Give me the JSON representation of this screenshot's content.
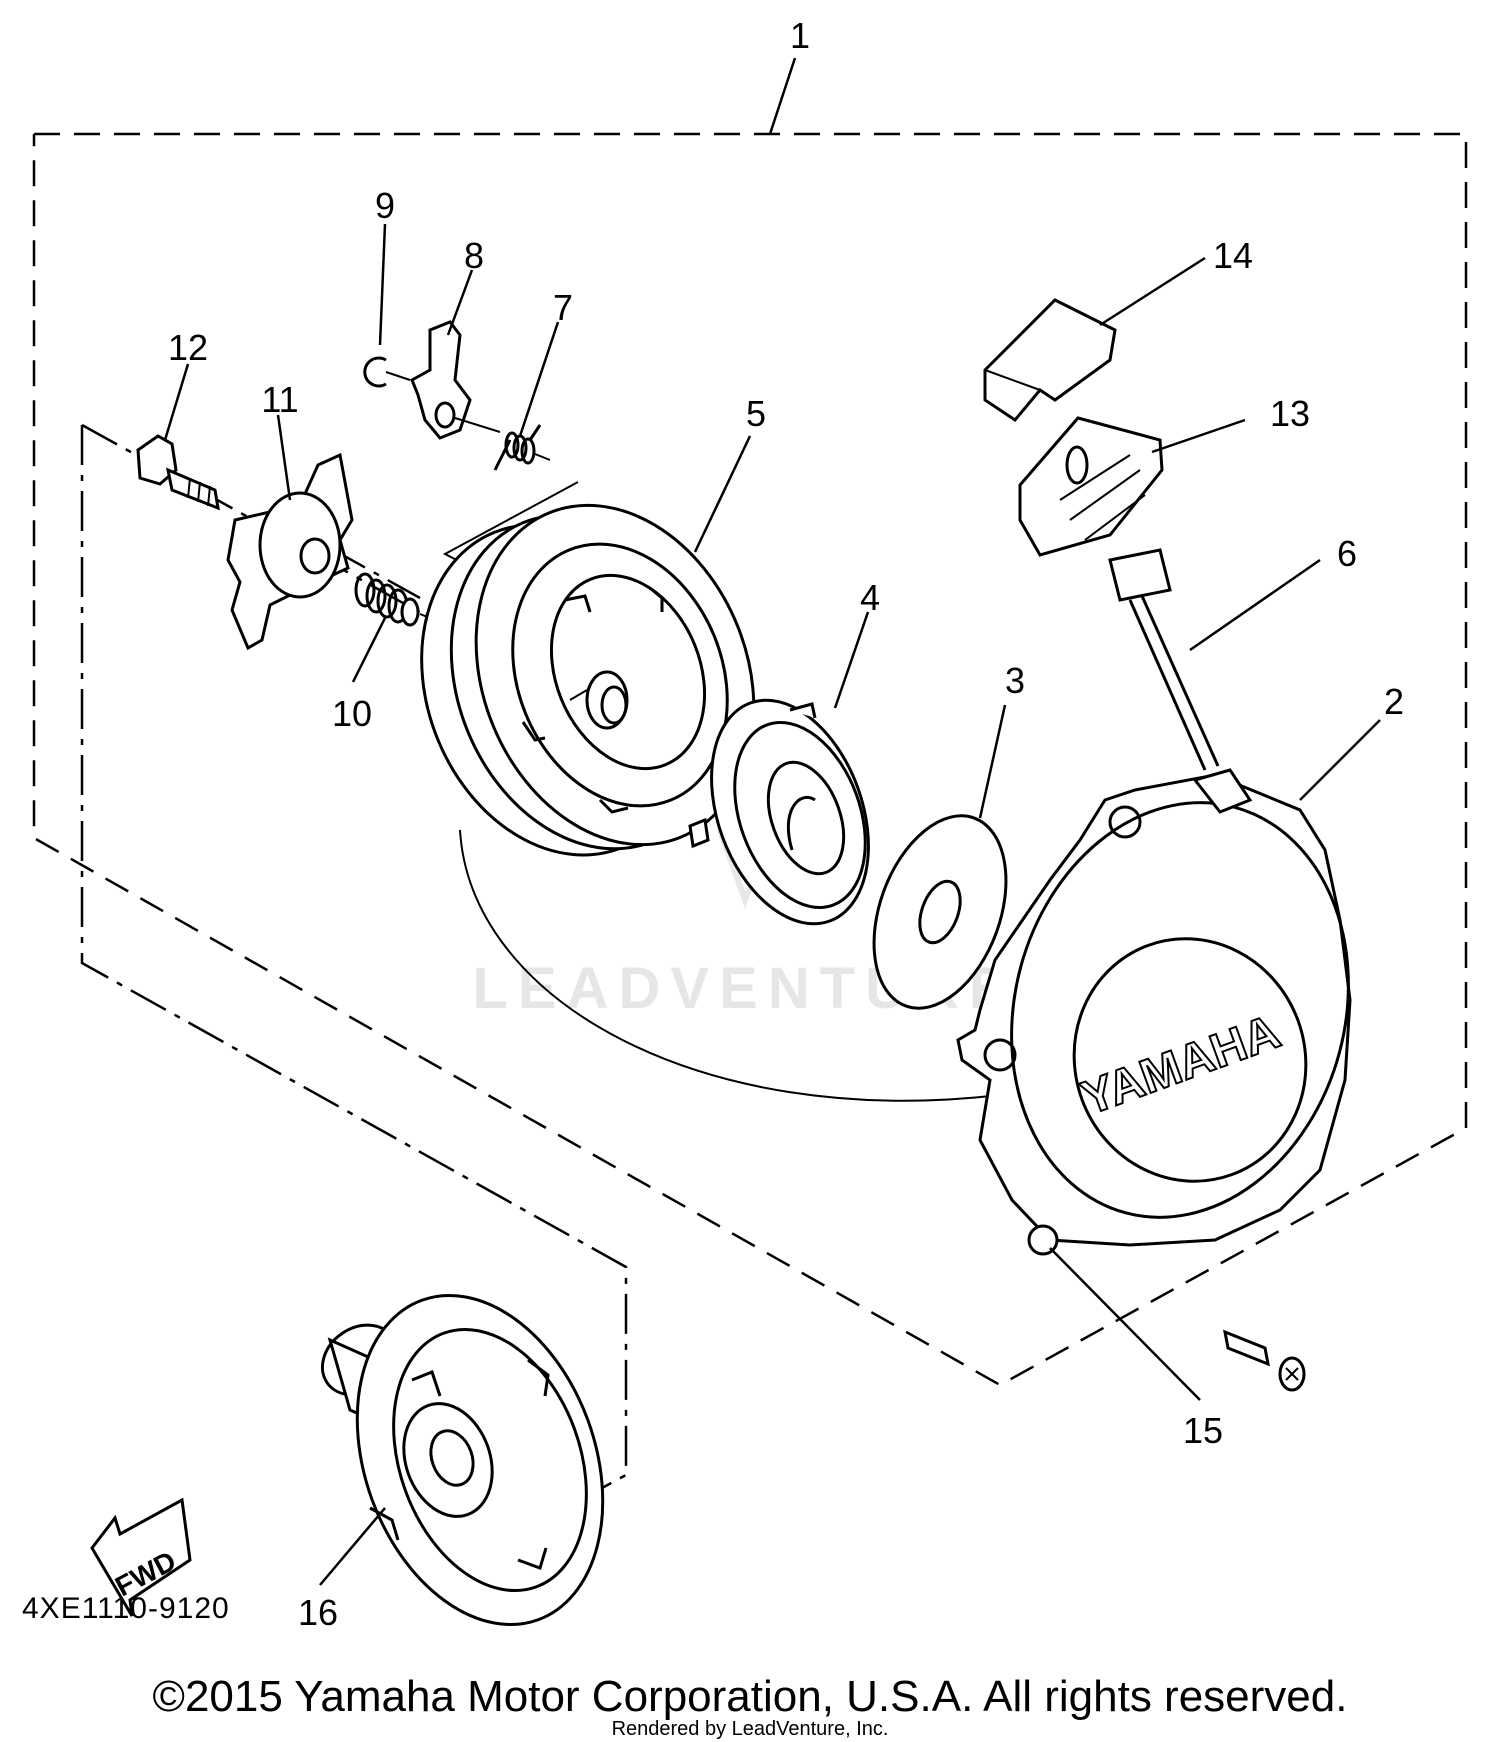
{
  "diagram": {
    "callouts": [
      "1",
      "2",
      "3",
      "4",
      "5",
      "6",
      "7",
      "8",
      "9",
      "10",
      "11",
      "12",
      "13",
      "14",
      "15",
      "16"
    ],
    "logo_text": "YAMAHA",
    "fwd_label": "FWD",
    "watermark": "LEADVENTURE",
    "part_code": "4XE1110-9120"
  },
  "footer": {
    "copyright": "©2015 Yamaha Motor Corporation, U.S.A. All rights reserved.",
    "rendered_by": "Rendered by LeadVenture, Inc."
  }
}
